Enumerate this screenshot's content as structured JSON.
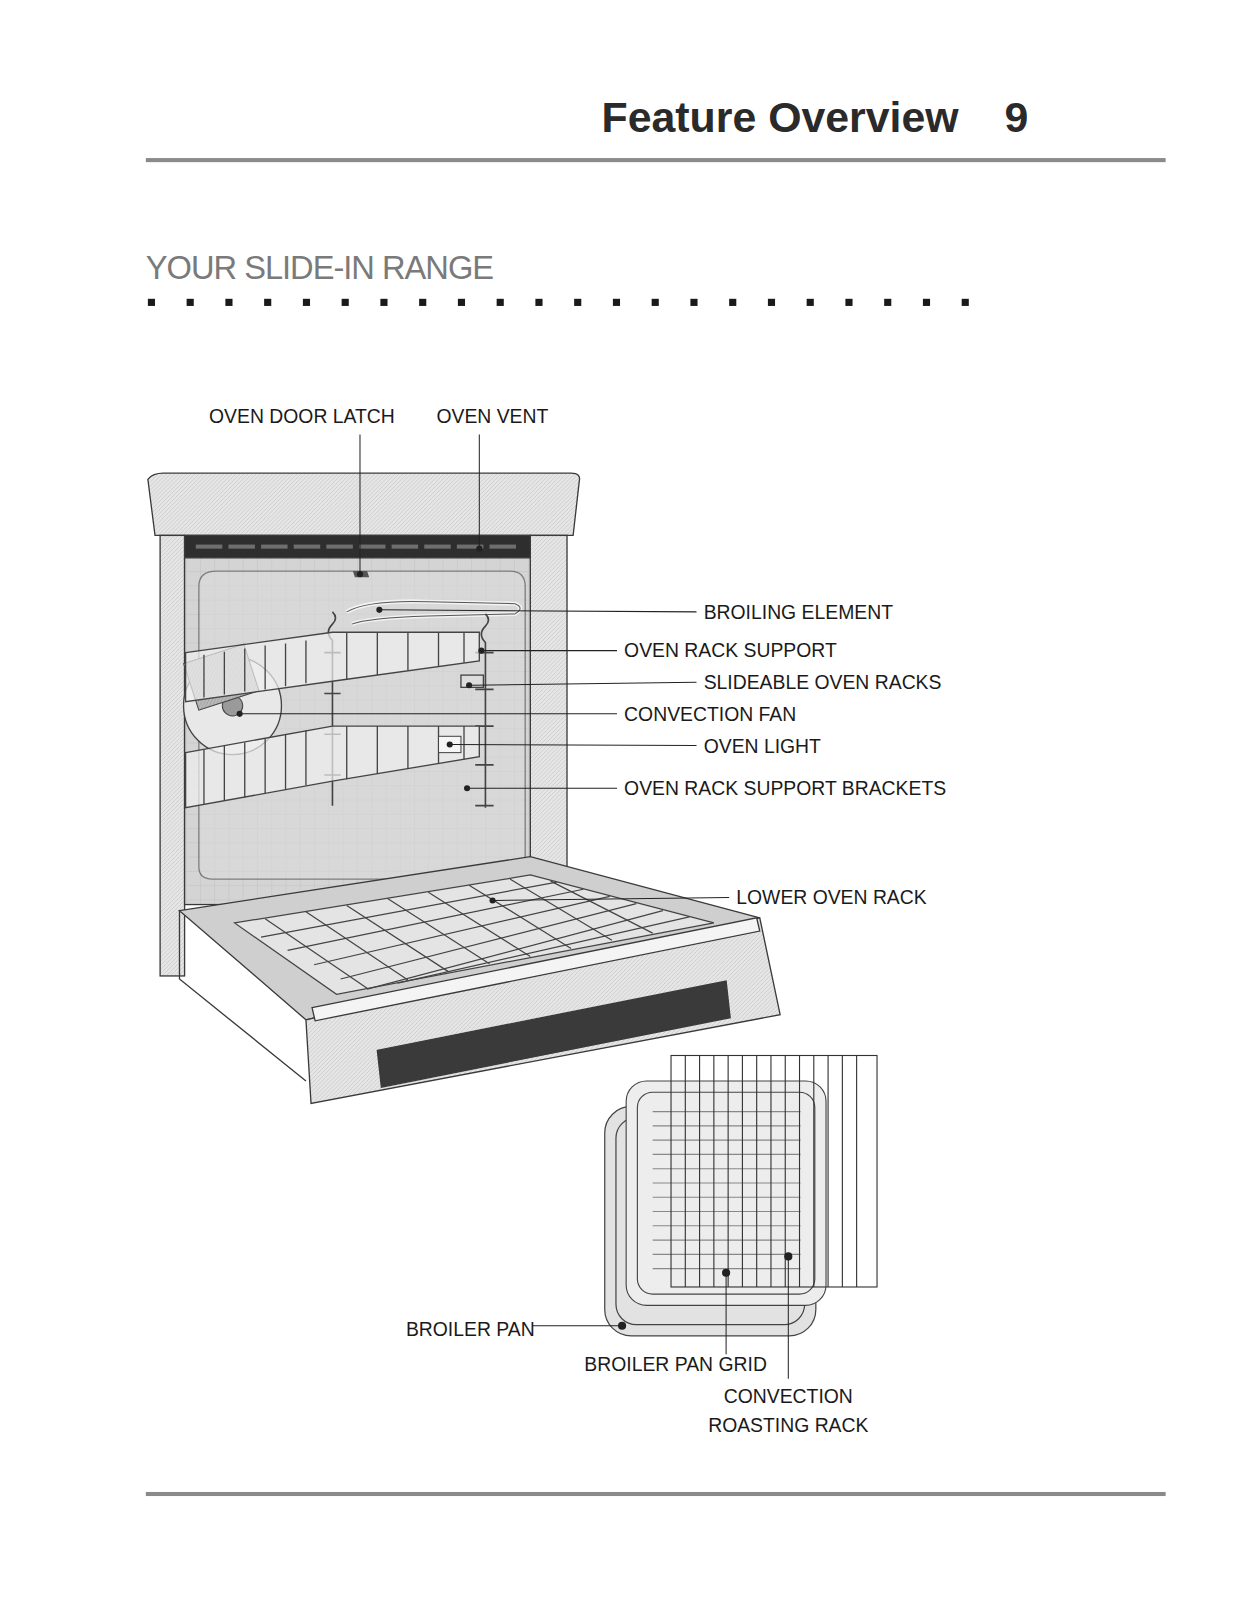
{
  "diagram": {
    "title": "Feature Overview",
    "labels": [
      "9",
      "YOUR SLIDE-IN RANGE",
      "OVEN DOOR LATCH",
      "OVEN VENT",
      "BROILING ELEMENT",
      "OVEN RACK SUPPORT",
      "SLIDEABLE OVEN RACKS",
      "CONVECTION FAN",
      "OVEN LIGHT",
      "OVEN RACK SUPPORT BRACKETS",
      "LOWER OVEN RACK",
      "BROILER PAN",
      "BROILER PAN GRID",
      "CONVECTION ROASTING RACK"
    ]
  }
}
